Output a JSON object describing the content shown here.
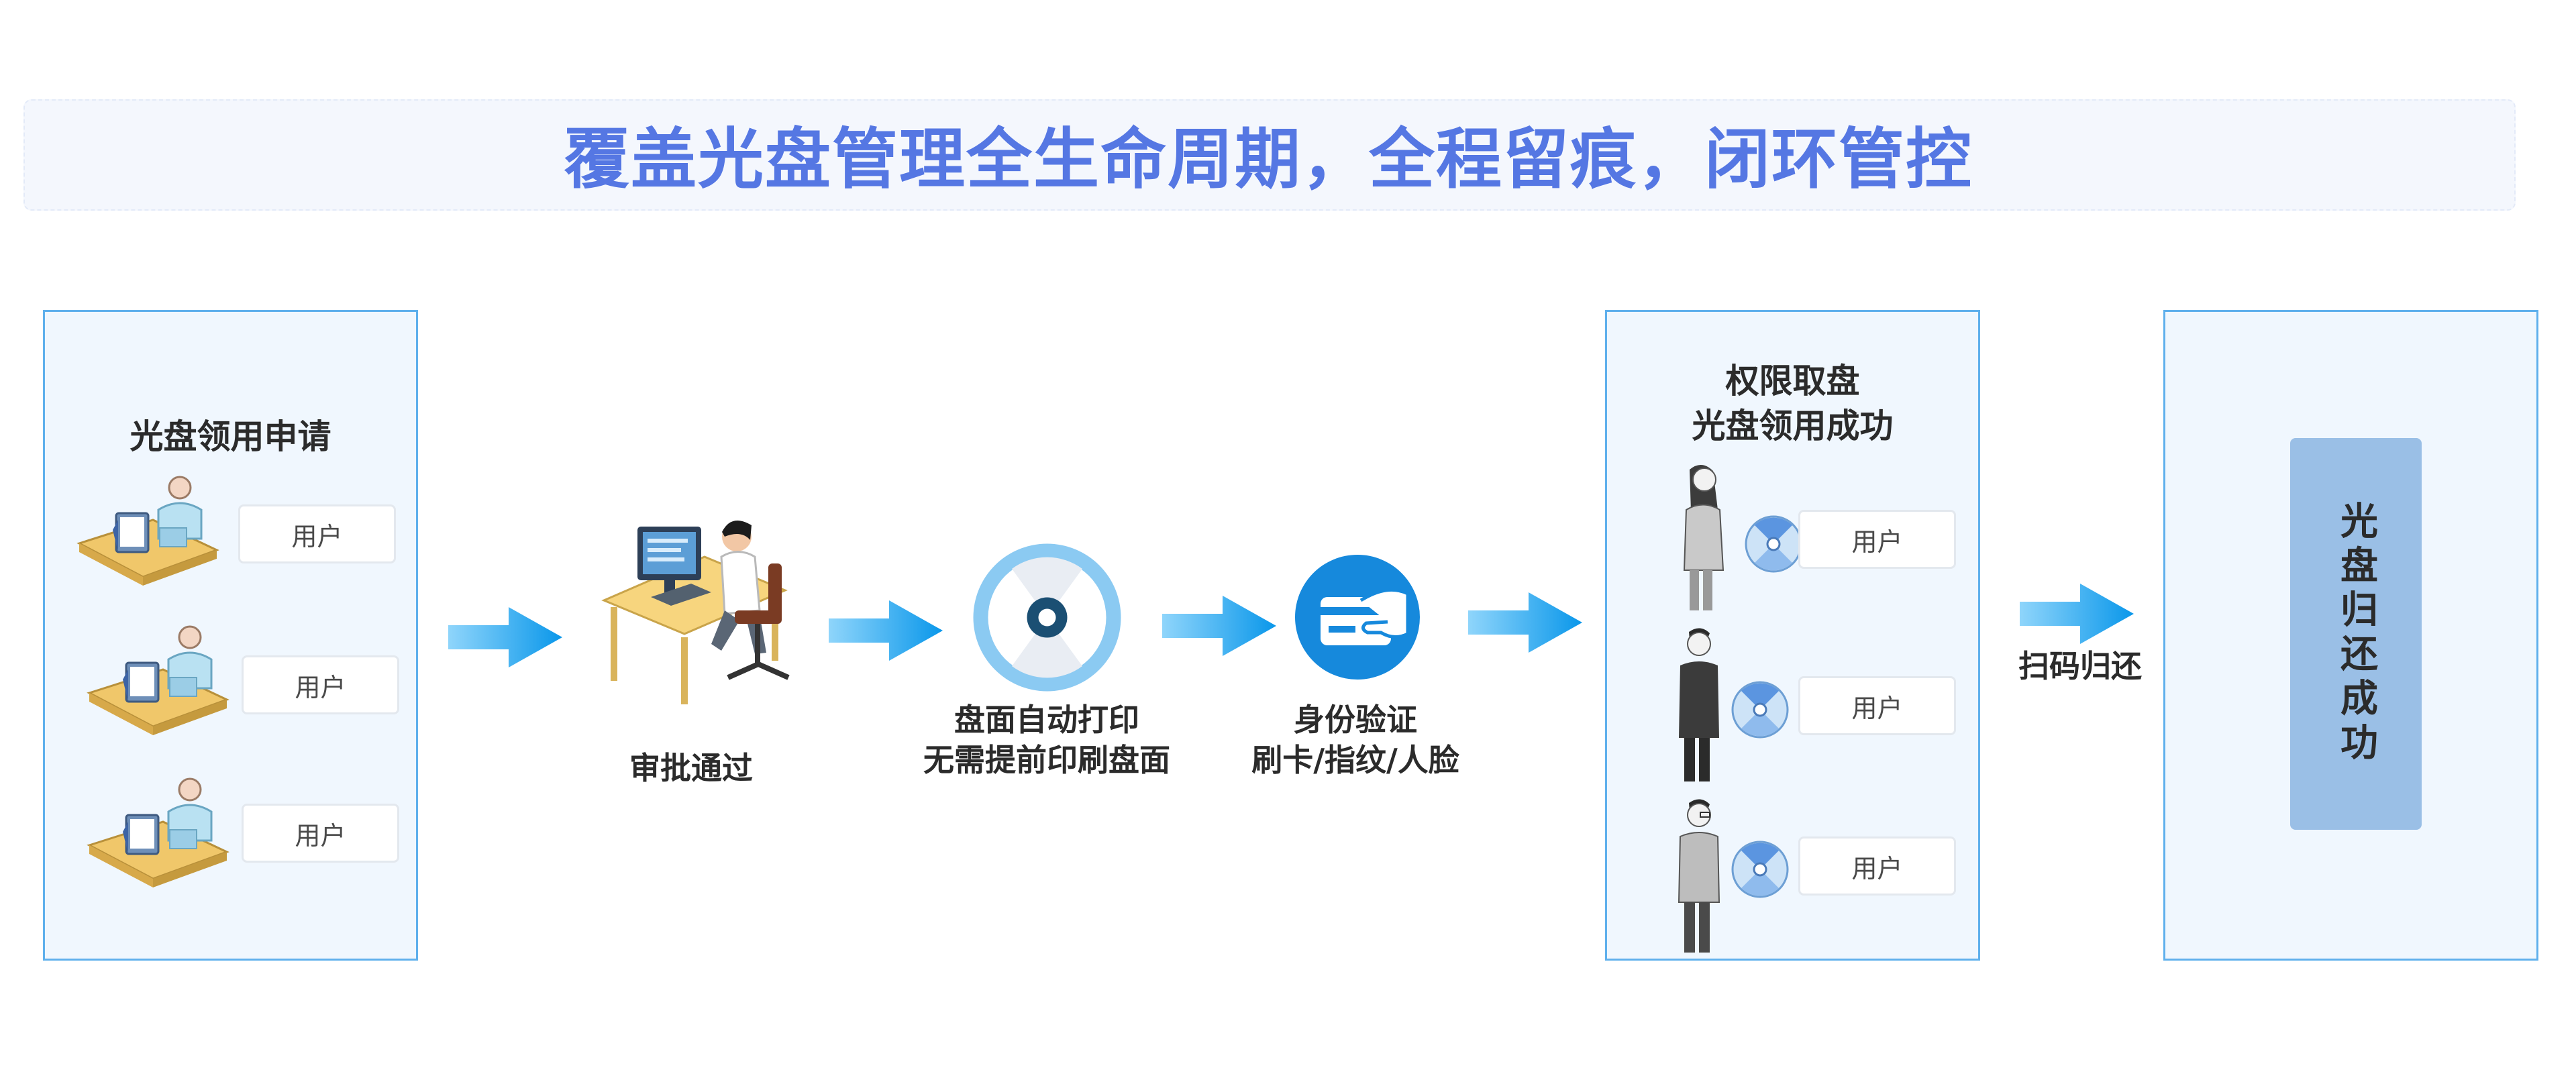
{
  "banner": {
    "title": "覆盖光盘管理全生命周期，全程留痕，闭环管控"
  },
  "apply": {
    "heading": "光盘领用申请",
    "users": [
      "用户",
      "用户",
      "用户"
    ]
  },
  "steps": {
    "approve": "审批通过",
    "print_line1": "盘面自动打印",
    "print_line2": "无需提前印刷盘面",
    "verify_line1": "身份验证",
    "verify_line2": "刷卡/指纹/人脸",
    "scan_return": "扫码归还"
  },
  "take": {
    "heading_line1": "权限取盘",
    "heading_line2": "光盘领用成功",
    "users": [
      "用户",
      "用户",
      "用户"
    ]
  },
  "return": {
    "text": "光盘归还成功"
  },
  "colors": {
    "title": "#5577e3",
    "panel_border": "#5fb0ec",
    "panel_fill": "#f0f7fe",
    "arrow": "#0a97ea",
    "return_bar": "#9abfe6"
  }
}
